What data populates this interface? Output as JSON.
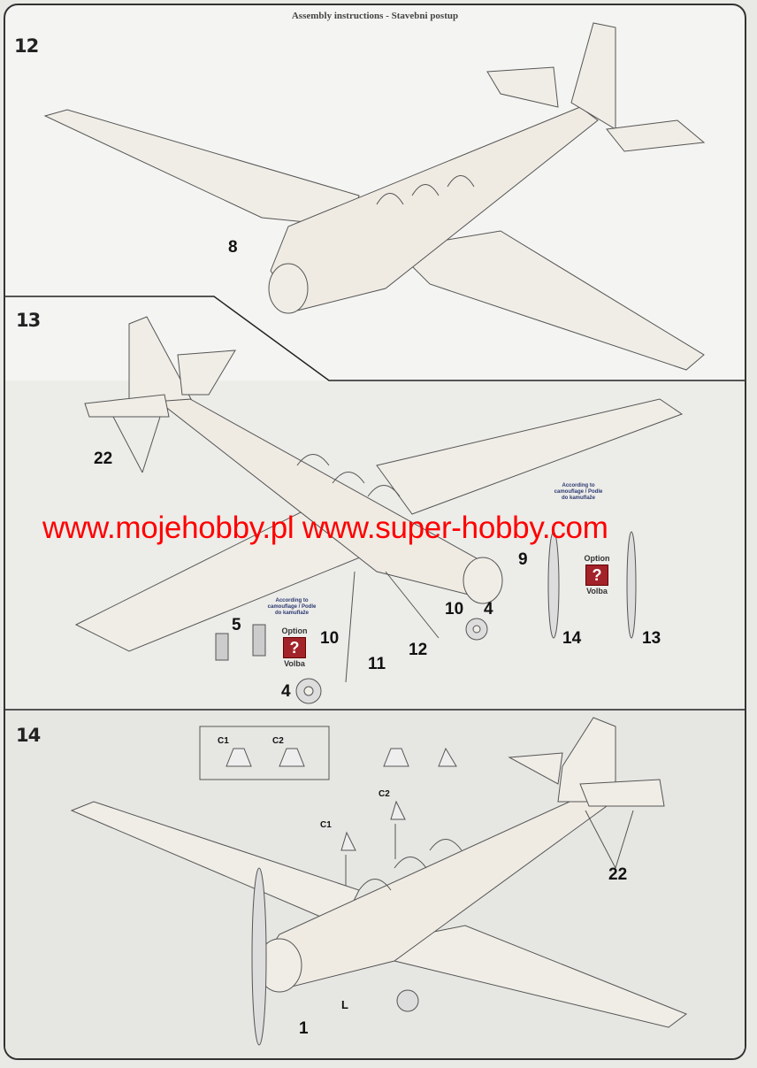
{
  "header": {
    "title": "Assembly instructions - Stavebni postup"
  },
  "steps": [
    {
      "number": "12",
      "callouts": [
        "8"
      ]
    },
    {
      "number": "13",
      "callouts": [
        "22",
        "9",
        "10",
        "4",
        "12",
        "5",
        "10",
        "11",
        "4",
        "14",
        "13"
      ]
    },
    {
      "number": "14",
      "callouts": [
        "C1",
        "C2",
        "C2",
        "C1",
        "22",
        "L",
        "1"
      ]
    }
  ],
  "option": {
    "label": "Option",
    "sublabel": "Volba",
    "icon": "question-mark-icon",
    "color": "#a3232a"
  },
  "camouflage_note": "According to camouflage / Podle do kamuflaže",
  "watermark": "www.mojehobby.pl www.super-hobby.com"
}
